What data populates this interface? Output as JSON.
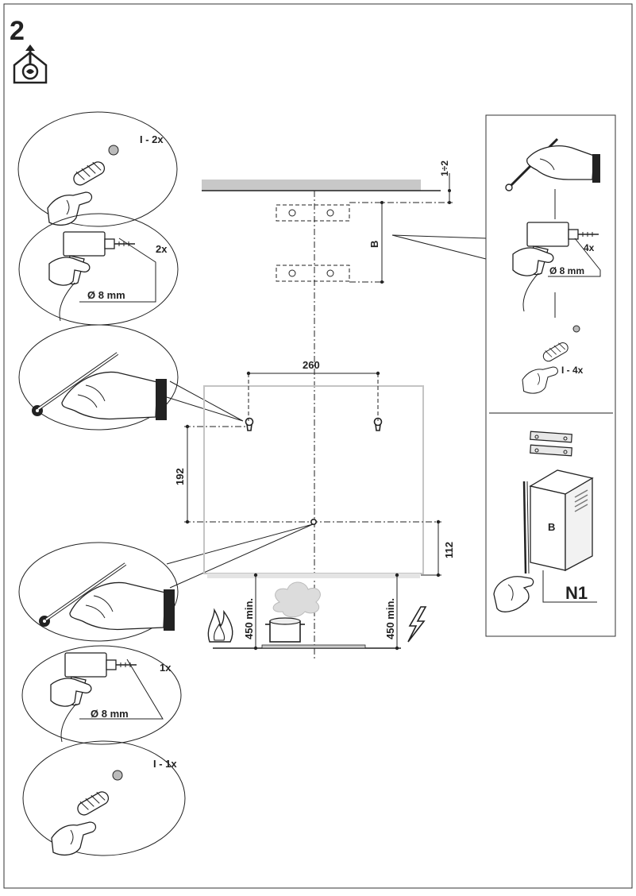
{
  "step": {
    "number": "2"
  },
  "left_steps": {
    "plug_top": {
      "label": "I - 2x"
    },
    "drill_top": {
      "count": "2x",
      "diameter": "Ø 8 mm"
    },
    "drill_bottom": {
      "count": "1x",
      "diameter": "Ø 8 mm"
    },
    "plug_bottom": {
      "label": "I - 1x"
    }
  },
  "dimensions": {
    "ceiling_gap": "1÷2",
    "bracket_spacing": "B",
    "hole_spacing": "260",
    "vertical_offset": "192",
    "center_offset": "112",
    "min_height_gas": "450 min.",
    "min_height_electric": "450 min."
  },
  "right_panel": {
    "drill": {
      "count": "4x",
      "diameter": "Ø 8 mm"
    },
    "plugs": {
      "label": "I - 4x"
    },
    "chimney_label": "B",
    "part_code": "N1"
  }
}
